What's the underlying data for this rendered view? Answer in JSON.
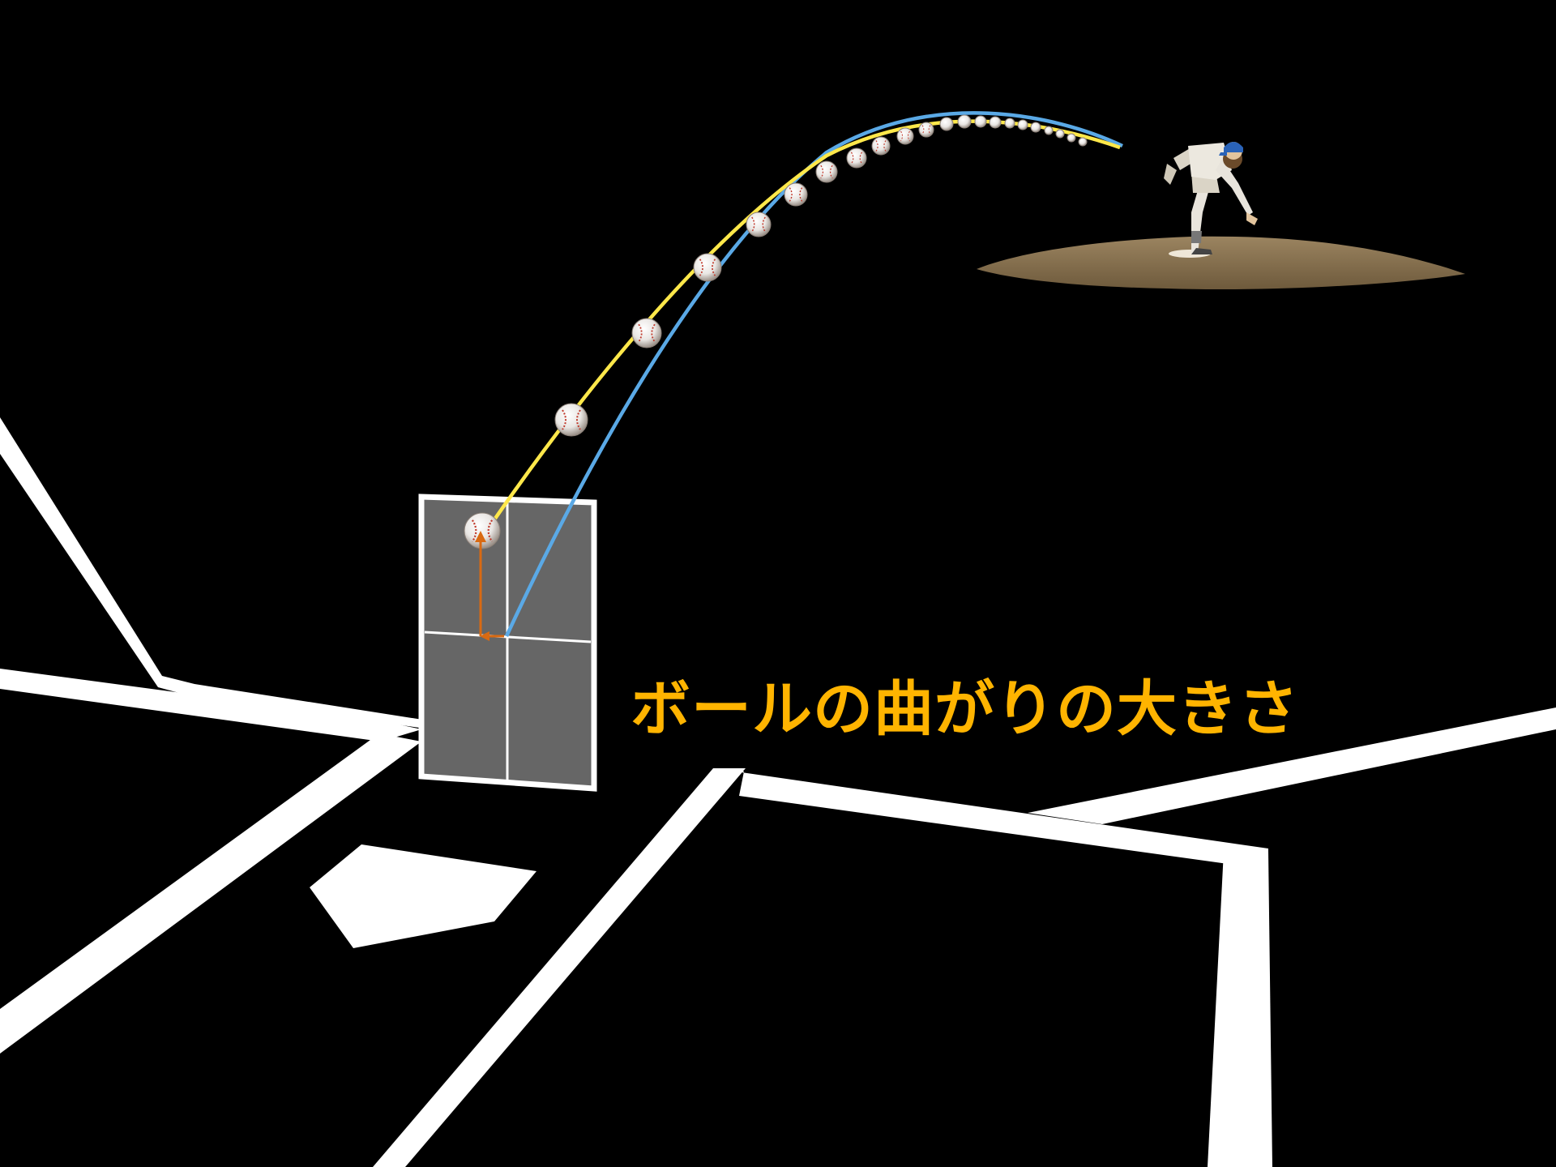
{
  "caption": "ボールの曲がりの大きさ",
  "colors": {
    "background": "#000000",
    "field_lines": "#ffffff",
    "strike_zone_fill": "#666666",
    "actual_path": "#ffe84a",
    "no_break_path": "#5aa9e6",
    "break_arrow": "#d96a12",
    "caption": "#ffb400",
    "mound": "#8b7355"
  },
  "icons": {
    "ball": "baseball-icon",
    "pitcher": "pitcher-figure",
    "plate": "home-plate"
  }
}
